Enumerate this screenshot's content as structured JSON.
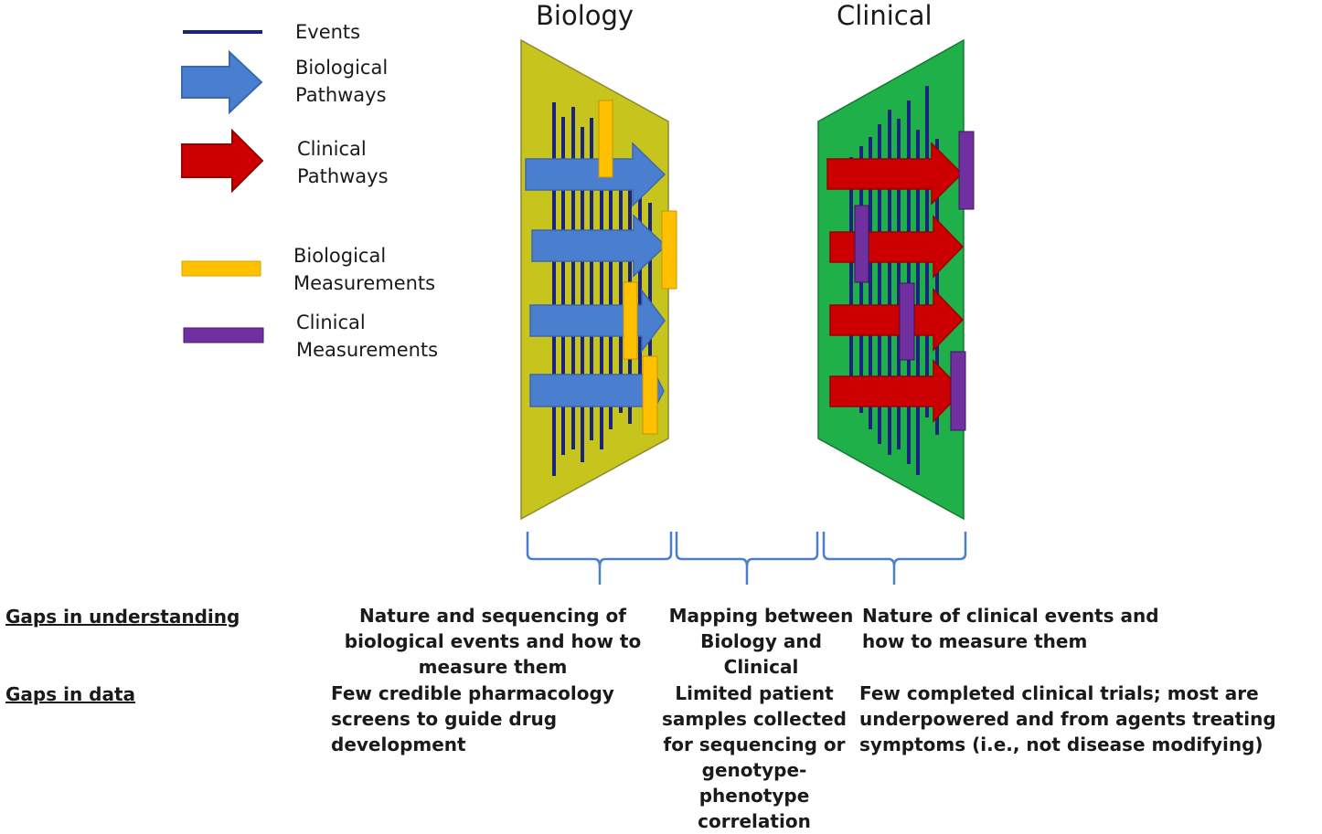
{
  "legend": {
    "events": "Events",
    "bio_pathways_1": "Biological",
    "bio_pathways_2": "Pathways",
    "clin_pathways_1": "Clinical",
    "clin_pathways_2": "Pathways",
    "bio_meas_1": "Biological",
    "bio_meas_2": "Measurements",
    "clin_meas_1": "Clinical",
    "clin_meas_2": "Measurements"
  },
  "panels": {
    "biology_title": "Biology",
    "clinical_title": "Clinical"
  },
  "rows": {
    "understanding_header": "Gaps in understanding",
    "data_header": "Gaps in data",
    "understanding": {
      "biology": "Nature and sequencing of biological events and how to measure them",
      "mapping": "Mapping between Biology and Clinical",
      "clinical": "Nature of clinical events and how to measure them"
    },
    "data": {
      "biology": "Few credible pharmacology screens to guide drug development",
      "mapping": "Limited patient samples collected for sequencing or genotype-phenotype correlation",
      "clinical": "Few completed clinical trials; most are underpowered and from agents treating symptoms (i.e., not disease modifying)"
    }
  },
  "colors": {
    "events": "#1a237e",
    "biological_pathway": "#4a7fcf",
    "clinical_pathway": "#cc0000",
    "biological_measurement": "#ffc000",
    "clinical_measurement": "#7030a0",
    "biology_panel": "#c8c41e",
    "clinical_panel": "#1fb04a",
    "brace": "#4a7fcf"
  }
}
